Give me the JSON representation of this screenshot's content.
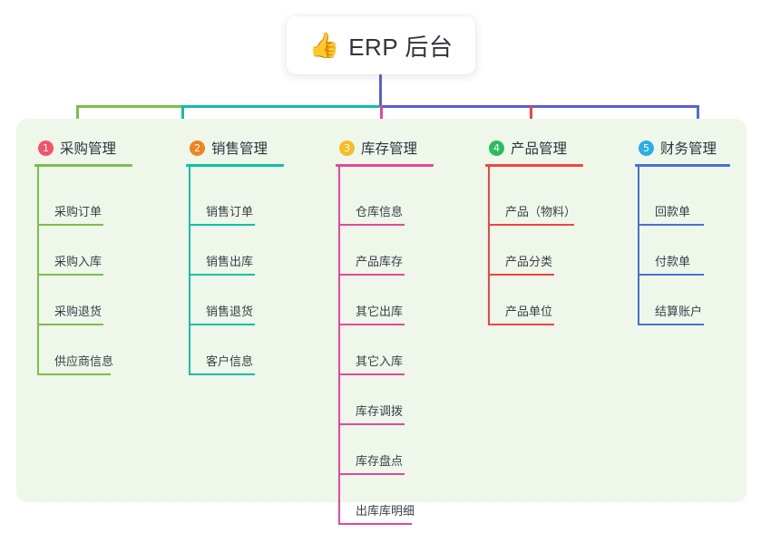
{
  "root": {
    "icon": "thumbs-up-icon",
    "emoji": "👍",
    "title": "ERP 后台"
  },
  "theme": {
    "canvas_background": "#ffffff",
    "panel_background": "#eef7ea",
    "root_box_background": "#ffffff",
    "text_color": "#2f343c",
    "stem_color": "#5b5fd0",
    "connector_left": "#7cbe4c",
    "connector_mid": "#11bfa3",
    "connector_right": "#5b5fd0"
  },
  "columns": [
    {
      "number": "1",
      "title": "采购管理",
      "badge_color": "#f4536a",
      "line_color": "#7cbe4c",
      "items": [
        "采购订单",
        "采购入库",
        "采购退货",
        "供应商信息"
      ]
    },
    {
      "number": "2",
      "title": "销售管理",
      "badge_color": "#f0841e",
      "line_color": "#11bfa3",
      "items": [
        "销售订单",
        "销售出库",
        "销售退货",
        "客户信息"
      ]
    },
    {
      "number": "3",
      "title": "库存管理",
      "badge_color": "#f6bd28",
      "line_color": "#e5489a",
      "items": [
        "仓库信息",
        "产品库存",
        "其它出库",
        "其它入库",
        "库存调拨",
        "库存盘点",
        "出库库明细"
      ]
    },
    {
      "number": "4",
      "title": "产品管理",
      "badge_color": "#2cbd5e",
      "line_color": "#ef4444",
      "items": [
        "产品（物料）",
        "产品分类",
        "产品单位"
      ]
    },
    {
      "number": "5",
      "title": "财务管理",
      "badge_color": "#2aaee6",
      "line_color": "#4a6fd4",
      "items": [
        "回款单",
        "付款单",
        "结算账户"
      ]
    }
  ]
}
